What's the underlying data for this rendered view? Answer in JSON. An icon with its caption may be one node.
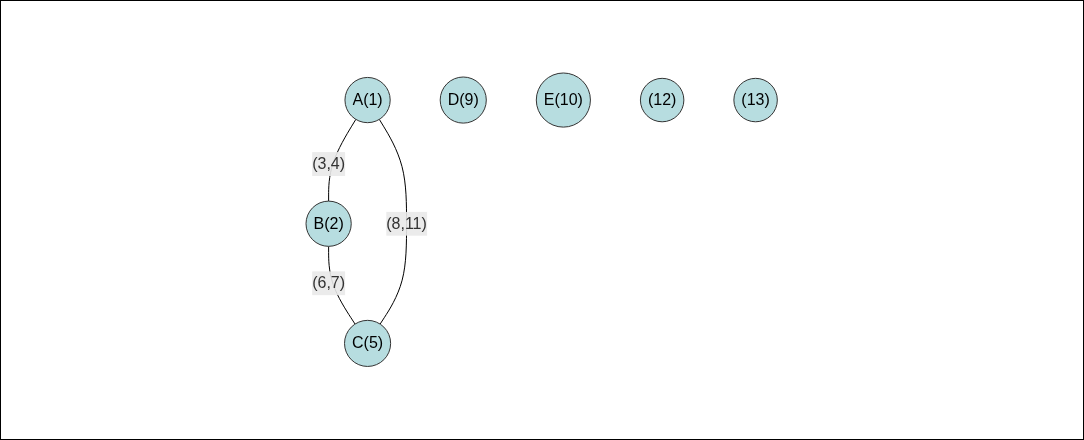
{
  "diagram": {
    "nodes": [
      {
        "text": [
          "B(2)"
        ]
      },
      {
        "text": [
          "A(1)"
        ]
      },
      {
        "text": [
          "C(5)"
        ]
      },
      {
        "text": [
          "D(9)"
        ]
      },
      {
        "text": [
          "E(10)"
        ]
      },
      {
        "text": [
          "(12)"
        ]
      },
      {
        "text": [
          "(13)"
        ]
      }
    ],
    "edges": [
      {
        "from": 1,
        "to": 0,
        "arrow": "none",
        "label": "(3,4)"
      },
      {
        "from": 0,
        "to": 2,
        "arrow": "none",
        "label": "(6,7)"
      },
      {
        "from": 1,
        "to": 2,
        "arrow": "none",
        "label": "(8,11)"
      }
    ]
  }
}
